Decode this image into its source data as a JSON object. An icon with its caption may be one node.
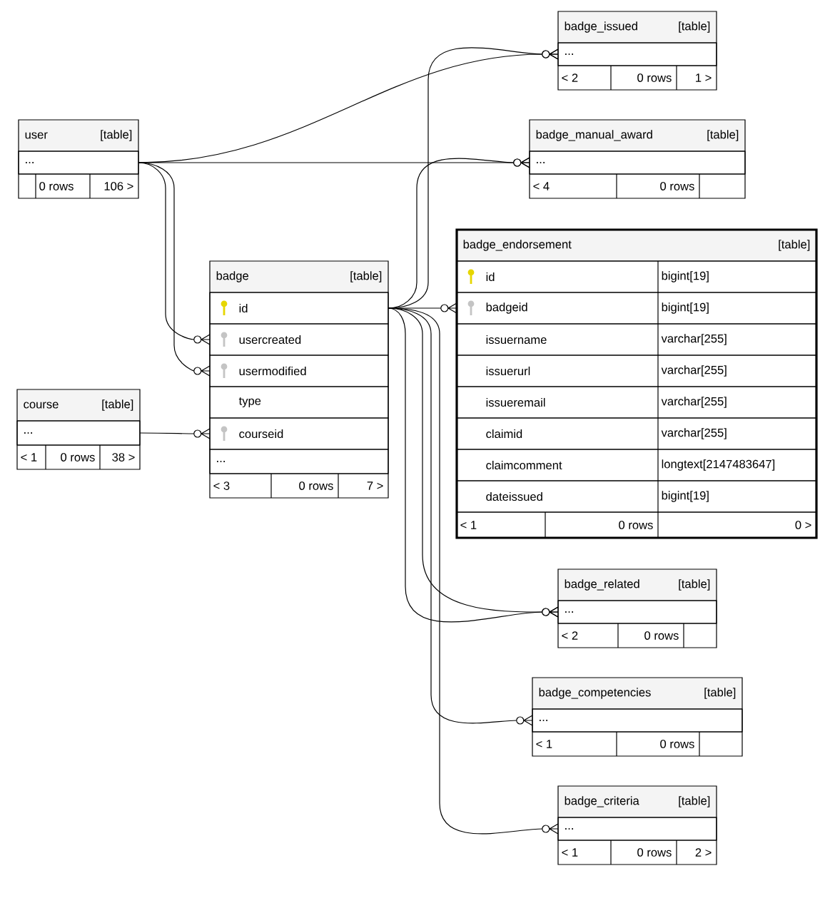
{
  "diagram": {
    "nodes": [
      {
        "text": [
          "badge_issued",
          "[table]",
          "< 2",
          "0 rows",
          "1 >"
        ]
      },
      {
        "text": [
          "..."
        ],
        "in": 0
      },
      {
        "text": [
          "user",
          "[table]",
          "0 rows",
          "106 >"
        ]
      },
      {
        "text": [
          "..."
        ],
        "in": 2
      },
      {
        "text": [
          "badge_manual_award",
          "[table]",
          "< 4",
          "0 rows"
        ]
      },
      {
        "text": [
          "..."
        ],
        "in": 4
      },
      {
        "text": [
          "badge_endorsement",
          "[table]",
          "< 1",
          "0 rows",
          "0 >"
        ]
      },
      {
        "text": [
          "id",
          "bigint[19]"
        ],
        "in": 6
      },
      {
        "text": [
          "badgeid",
          "bigint[19]"
        ],
        "in": 6
      },
      {
        "text": [
          "issuername",
          "varchar[255]"
        ],
        "in": 6
      },
      {
        "text": [
          "issuerurl",
          "varchar[255]"
        ],
        "in": 6
      },
      {
        "text": [
          "issueremail",
          "varchar[255]"
        ],
        "in": 6
      },
      {
        "text": [
          "claimid",
          "varchar[255]"
        ],
        "in": 6
      },
      {
        "text": [
          "claimcomment",
          "longtext[2147483647]"
        ],
        "in": 6
      },
      {
        "text": [
          "dateissued",
          "bigint[19]"
        ],
        "in": 6
      },
      {
        "text": [
          "badge",
          "[table]",
          "< 3",
          "0 rows",
          "7 >"
        ]
      },
      {
        "text": [
          "id"
        ],
        "in": 15
      },
      {
        "text": [
          "usercreated"
        ],
        "in": 15
      },
      {
        "text": [
          "usermodified"
        ],
        "in": 15
      },
      {
        "text": [
          "type"
        ],
        "in": 15
      },
      {
        "text": [
          "courseid"
        ],
        "in": 15
      },
      {
        "text": [
          "..."
        ],
        "in": 15
      },
      {
        "text": [
          "course",
          "[table]",
          "< 1",
          "0 rows",
          "38 >"
        ]
      },
      {
        "text": [
          "..."
        ],
        "in": 22
      },
      {
        "text": [
          "badge_related",
          "[table]",
          "< 2",
          "0 rows"
        ]
      },
      {
        "text": [
          "..."
        ],
        "in": 24
      },
      {
        "text": [
          "badge_competencies",
          "[table]",
          "< 1",
          "0 rows"
        ]
      },
      {
        "text": [
          "..."
        ],
        "in": 26
      },
      {
        "text": [
          "badge_criteria",
          "[table]",
          "< 1",
          "0 rows",
          "2 >"
        ]
      },
      {
        "text": [
          "..."
        ],
        "in": 28
      }
    ],
    "edges": [
      {
        "from": 3,
        "to": 1,
        "arrow": "other"
      },
      {
        "from": 16,
        "to": 1,
        "arrow": "other"
      },
      {
        "from": 3,
        "to": 5,
        "arrow": "other"
      },
      {
        "from": 16,
        "to": 5,
        "arrow": "other"
      },
      {
        "from": 16,
        "to": 8,
        "arrow": "other"
      },
      {
        "from": 3,
        "to": 17,
        "arrow": "other"
      },
      {
        "from": 3,
        "to": 18,
        "arrow": "other"
      },
      {
        "from": 23,
        "to": 20,
        "arrow": "other"
      },
      {
        "from": 16,
        "to": 25,
        "arrow": "other"
      },
      {
        "from": 16,
        "to": 25,
        "arrow": "other"
      },
      {
        "from": 16,
        "to": 27,
        "arrow": "other"
      },
      {
        "from": 16,
        "to": 29,
        "arrow": "other"
      }
    ]
  }
}
